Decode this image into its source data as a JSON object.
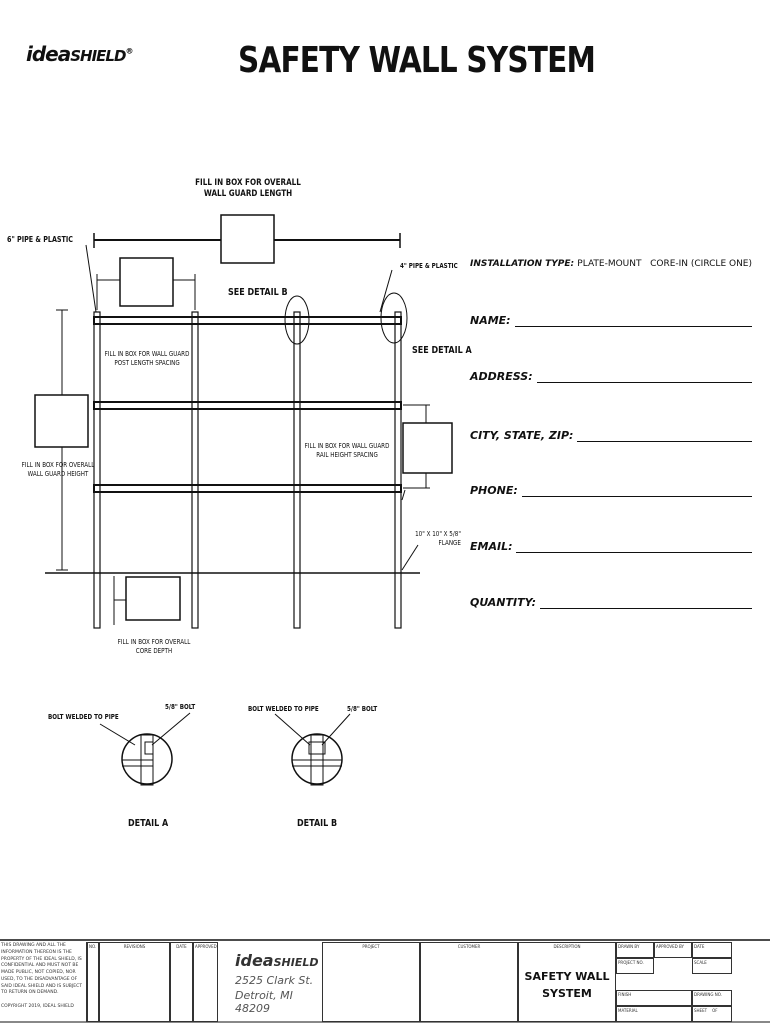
{
  "logo": {
    "text_left": "idea",
    "text_right": "SHIELD",
    "reg": "®"
  },
  "title": "SAFETY WALL SYSTEM",
  "drawing": {
    "overall_length": "FILL IN BOX FOR OVERALL\nWALL GUARD LENGTH",
    "pipe6": "6\" PIPE & PLASTIC",
    "pipe4": "4\" PIPE & PLASTIC",
    "see_b": "SEE DETAIL B",
    "see_a": "SEE DETAIL A",
    "post_spacing": "FILL IN BOX FOR WALL GUARD\nPOST LENGTH SPACING",
    "rail_height": "FILL IN BOX FOR WALL GUARD\nRAIL HEIGHT SPACING",
    "overall_height": "FILL IN BOX FOR OVERALL\nWALL GUARD HEIGHT",
    "flange": "10\" X 10\" X 5/8\"\nFLANGE",
    "core_depth": "FILL IN BOX FOR OVERALL\nCORE DEPTH",
    "bolt_a": "5/8\" BOLT",
    "weld_a": "BOLT WELDED TO PIPE",
    "weld_b": "BOLT WELDED TO PIPE",
    "bolt_b": "5/8\" BOLT",
    "detail_a": "DETAIL A",
    "detail_b": "DETAIL B"
  },
  "form": {
    "installation_label": "INSTALLATION TYPE:",
    "installation_options": "PLATE-MOUNT   CORE-IN (CIRCLE ONE)",
    "name": "NAME:",
    "address": "ADDRESS:",
    "city": "CITY, STATE, ZIP:",
    "phone": "PHONE:",
    "email": "EMAIL:",
    "quantity": "QUANTITY:"
  },
  "title_block": {
    "notice": "THIS DRAWING AND ALL THE INFORMATION THEREON IS THE PROPERTY OF THE IDEAL SHIELD, IS CONFIDENTIAL AND MUST NOT BE MADE PUBLIC, NOT COPIED, NOR USED, TO THE DISADVANTAGE OF SAID IDEAL SHIELD AND IS SUBJECT TO RETURN ON DEMAND.",
    "copyright": "COPYRIGHT 2019, IDEAL SHIELD",
    "no": "NO.",
    "revisions": "REVISIONS",
    "date": "DATE",
    "approved": "APPROVED",
    "address1": "2525 Clark St.",
    "address2": "Detroit, MI 48209",
    "project": "PROJECT",
    "customer": "CUSTOMER",
    "description": "DESCRIPTION",
    "desc_value": "SAFETY WALL\nSYSTEM",
    "drawn_by": "DRAWN BY",
    "approved_by": "APPROVED BY",
    "date2": "DATE",
    "project_no": "PROJECT NO.",
    "scale": "SCALE",
    "finish": "FINISH",
    "drawing_no": "DRAWING NO.",
    "material": "MATERIAL",
    "sheet": "SHEET",
    "of": "OF"
  }
}
